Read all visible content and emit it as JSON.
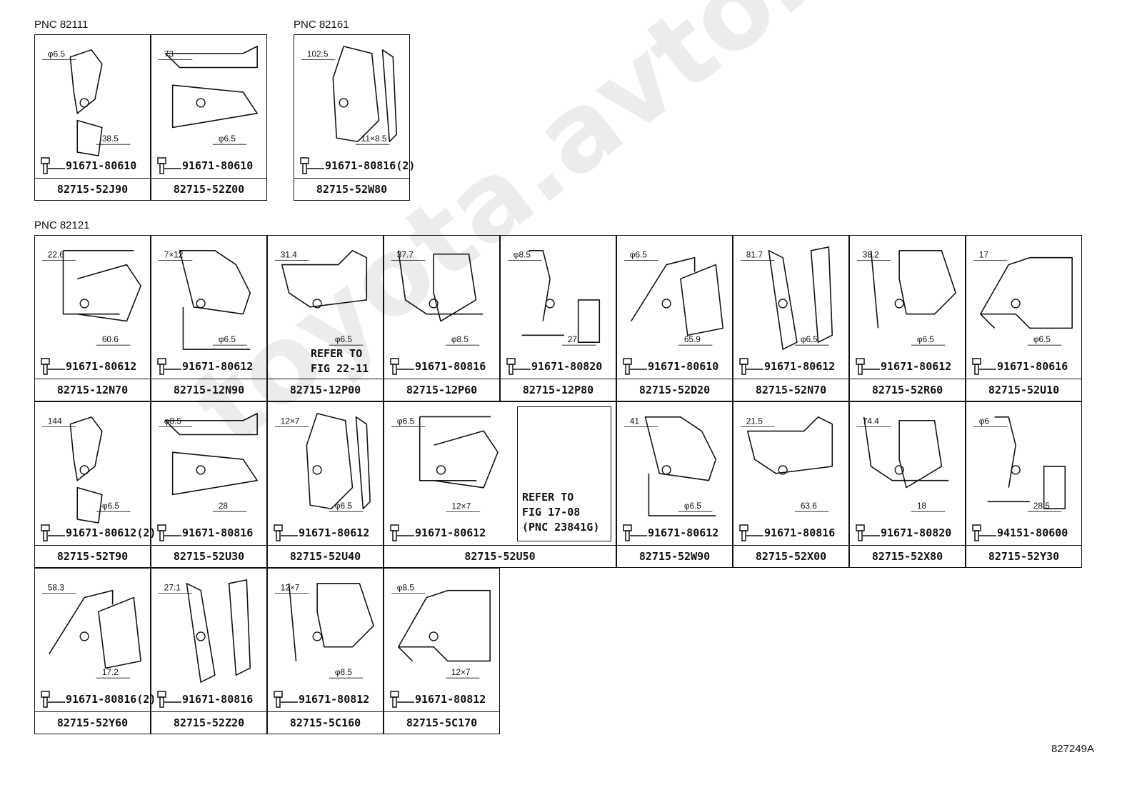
{
  "watermark": "toyota.avtomine.ru",
  "figure_id": "827249A",
  "groups": [
    {
      "pnc": "PNC 82111"
    },
    {
      "pnc": "PNC 82161"
    },
    {
      "pnc": "PNC 82121"
    }
  ],
  "cells": [
    {
      "part": "82715-52J90",
      "bolt": "91671-80610",
      "dims": [
        "φ6.5",
        "38.5"
      ]
    },
    {
      "part": "82715-52Z00",
      "bolt": "91671-80610",
      "dims": [
        "73",
        "φ6.5"
      ]
    },
    {
      "part": "82715-52W80",
      "bolt": "91671-80816(2)",
      "dims": [
        "102.5",
        "11×8.5"
      ]
    },
    {
      "part": "82715-12N70",
      "bolt": "91671-80612",
      "dims": [
        "22.6",
        "60.6"
      ]
    },
    {
      "part": "82715-12N90",
      "bolt": "91671-80612",
      "dims": [
        "7×12",
        "φ6.5"
      ]
    },
    {
      "part": "82715-12P00",
      "refer": "REFER TO\nFIG 22-11",
      "dims": [
        "31.4",
        "φ6.5"
      ]
    },
    {
      "part": "82715-12P60",
      "bolt": "91671-80816",
      "dims": [
        "37.7",
        "φ8.5"
      ]
    },
    {
      "part": "82715-12P80",
      "bolt": "91671-80820",
      "dims": [
        "φ8.5",
        "27"
      ]
    },
    {
      "part": "82715-52D20",
      "bolt": "91671-80610",
      "dims": [
        "φ6.5",
        "65.9"
      ]
    },
    {
      "part": "82715-52N70",
      "bolt": "91671-80612",
      "dims": [
        "81.7",
        "φ6.5"
      ]
    },
    {
      "part": "82715-52R60",
      "bolt": "91671-80612",
      "dims": [
        "38.2",
        "φ6.5"
      ]
    },
    {
      "part": "82715-52U10",
      "bolt": "91671-80616",
      "dims": [
        "17",
        "φ6.5"
      ]
    },
    {
      "part": "82715-52T90",
      "bolt": "91671-80612(2)",
      "dims": [
        "144",
        "φ6.5"
      ]
    },
    {
      "part": "82715-52U30",
      "bolt": "91671-80816",
      "dims": [
        "φ8.5",
        "28"
      ]
    },
    {
      "part": "82715-52U40",
      "bolt": "91671-80612",
      "dims": [
        "12×7",
        "φ6.5"
      ]
    },
    {
      "part": "82715-52U50",
      "bolt": "91671-80612",
      "dims": [
        "φ6.5",
        "12×7"
      ],
      "refer": "REFER TO\nFIG 17-08\n(PNC 23841G)"
    },
    {
      "part": "82715-52W90",
      "bolt": "91671-80612",
      "dims": [
        "41",
        "φ6.5"
      ]
    },
    {
      "part": "82715-52X00",
      "bolt": "91671-80816",
      "dims": [
        "21.5",
        "63.6"
      ]
    },
    {
      "part": "82715-52X80",
      "bolt": "91671-80820",
      "dims": [
        "74.4",
        "18"
      ]
    },
    {
      "part": "82715-52Y30",
      "bolt": "94151-80600",
      "dims": [
        "φ6",
        "28.5"
      ]
    },
    {
      "part": "82715-52Y60",
      "bolt": "91671-80816(2)",
      "dims": [
        "58.3",
        "17.2"
      ]
    },
    {
      "part": "82715-52Z20",
      "bolt": "91671-80816",
      "dims": [
        "27.1"
      ]
    },
    {
      "part": "82715-5C160",
      "bolt": "91671-80812",
      "dims": [
        "12×7",
        "φ8.5"
      ]
    },
    {
      "part": "82715-5C170",
      "bolt": "91671-80812",
      "dims": [
        "φ8.5",
        "12×7"
      ]
    }
  ]
}
